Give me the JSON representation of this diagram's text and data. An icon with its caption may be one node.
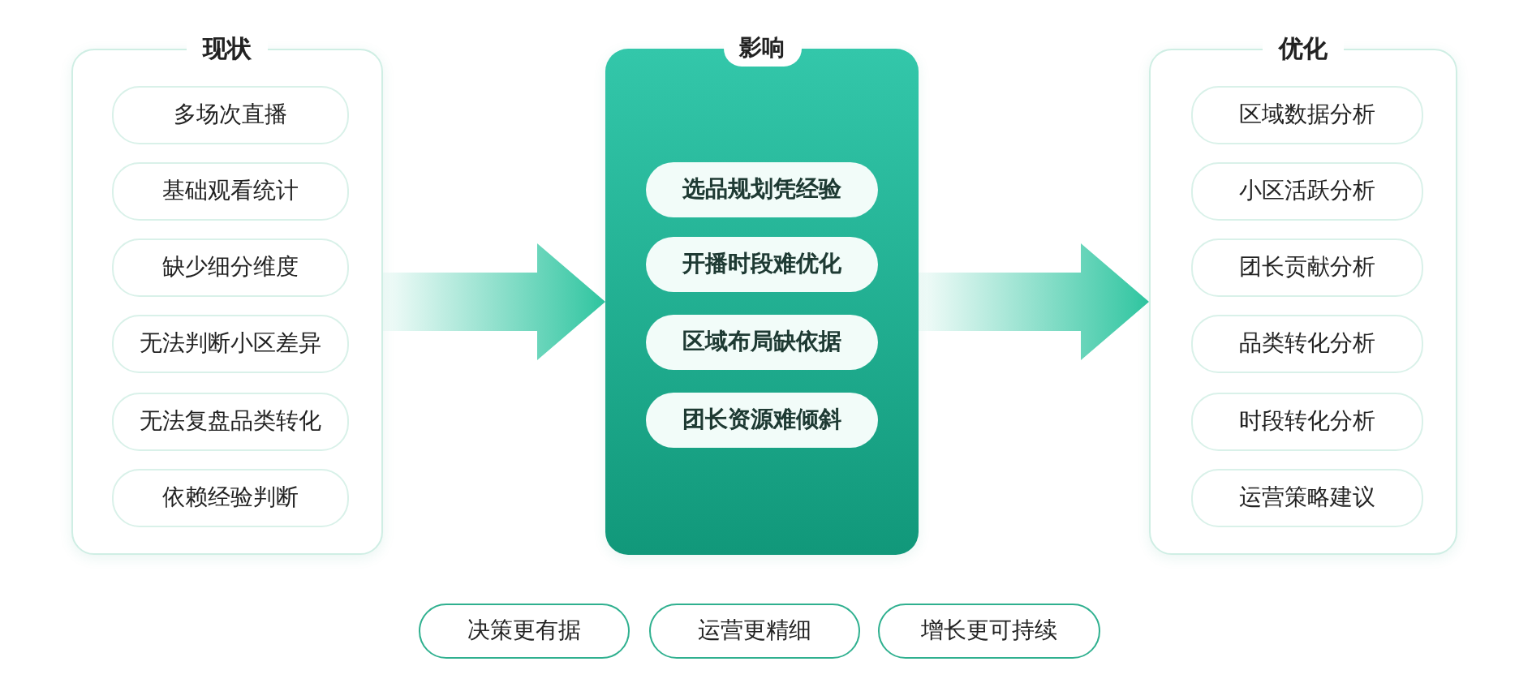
{
  "diagram": {
    "nodes": [
      {
        "text": [
          "现状"
        ]
      },
      {
        "text": [
          "多场次直播"
        ],
        "in": 0
      },
      {
        "text": [
          "基础观看统计"
        ],
        "in": 0
      },
      {
        "text": [
          "缺少细分维度"
        ],
        "in": 0
      },
      {
        "text": [
          "无法判断小区差异"
        ],
        "in": 0
      },
      {
        "text": [
          "无法复盘品类转化"
        ],
        "in": 0
      },
      {
        "text": [
          "依赖经验判断"
        ],
        "in": 0
      },
      {
        "text": [
          "影响"
        ]
      },
      {
        "text": [
          "选品规划凭经验"
        ],
        "in": 7
      },
      {
        "text": [
          "开播时段难优化"
        ],
        "in": 7
      },
      {
        "text": [
          "区域布局缺依据"
        ],
        "in": 7
      },
      {
        "text": [
          "团长资源难倾斜"
        ],
        "in": 7
      },
      {
        "text": [
          "优化"
        ]
      },
      {
        "text": [
          "区域数据分析"
        ],
        "in": 12
      },
      {
        "text": [
          "小区活跃分析"
        ],
        "in": 12
      },
      {
        "text": [
          "团长贡献分析"
        ],
        "in": 12
      },
      {
        "text": [
          "品类转化分析"
        ],
        "in": 12
      },
      {
        "text": [
          "时段转化分析"
        ],
        "in": 12
      },
      {
        "text": [
          "运营策略建议"
        ],
        "in": 12
      },
      {
        "text": [
          "决策更有据"
        ]
      },
      {
        "text": [
          "运营更精细"
        ]
      },
      {
        "text": [
          "增长更可持续"
        ]
      }
    ],
    "edges": [
      {
        "from": 0,
        "to": 7,
        "arrow": "to",
        "style": "thick"
      },
      {
        "from": 7,
        "to": 12,
        "arrow": "to",
        "style": "thick"
      }
    ]
  }
}
